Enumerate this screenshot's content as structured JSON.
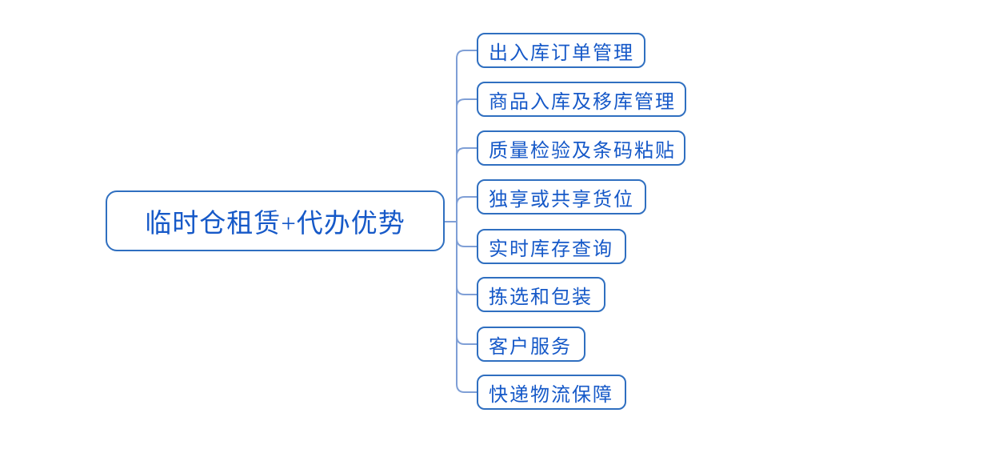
{
  "diagram": {
    "type": "mindmap",
    "root": {
      "label": "临时仓租赁+代办优势"
    },
    "children": [
      {
        "label": "出入库订单管理"
      },
      {
        "label": "商品入库及移库管理"
      },
      {
        "label": "质量检验及条码粘贴"
      },
      {
        "label": "独享或共享货位"
      },
      {
        "label": "实时库存查询"
      },
      {
        "label": "拣选和包装"
      },
      {
        "label": "客户服务"
      },
      {
        "label": "快递物流保障"
      }
    ],
    "colors": {
      "branch_line": "#7f9fd6",
      "node_border": "#2f6fc0",
      "node_text": "#1659c8",
      "background": "#ffffff"
    }
  }
}
